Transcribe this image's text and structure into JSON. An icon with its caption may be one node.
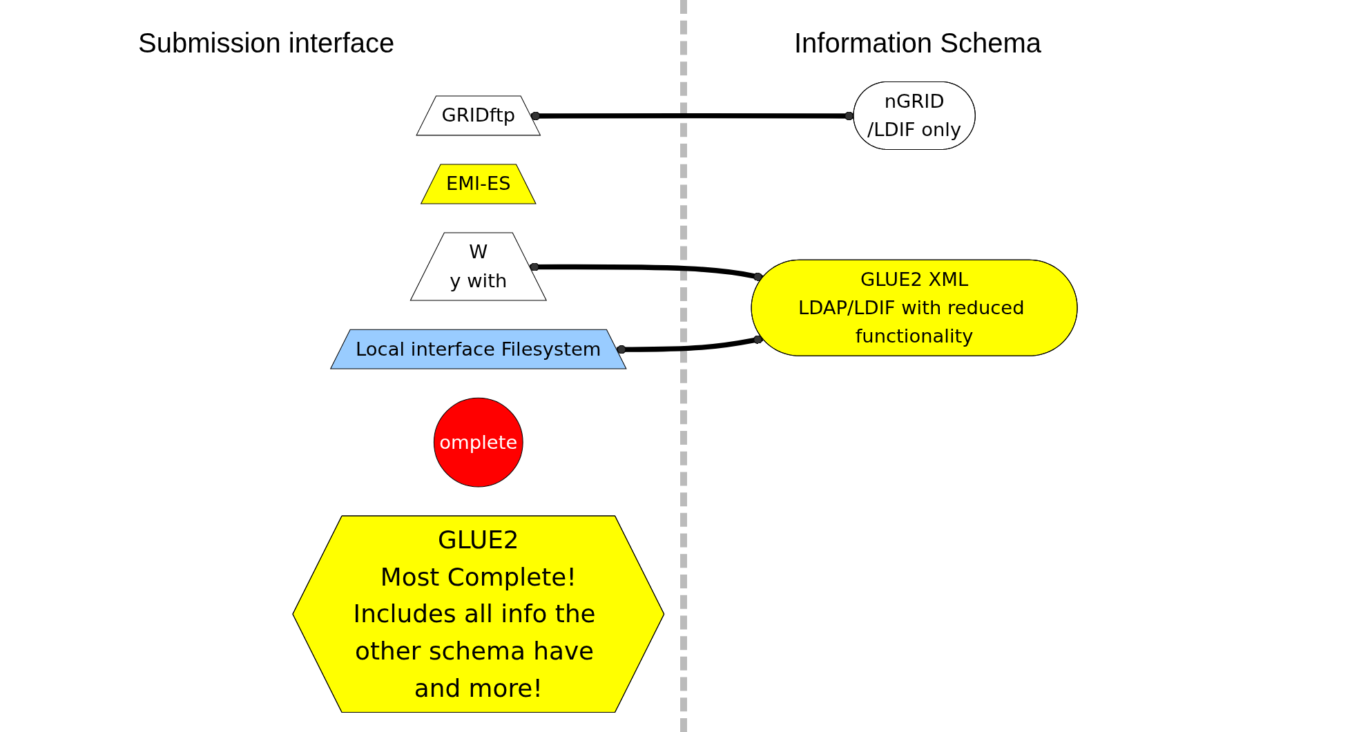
{
  "diagram": {
    "nodes": [
      {
        "text": [
          "GRIDftp"
        ]
      },
      {
        "text": [
          "EMI-ES"
        ]
      },
      {
        "text": [
          "W",
          "y with"
        ]
      },
      {
        "text": [
          "Local interface Filesystem"
        ]
      },
      {
        "text": [
          "nGRID",
          "/LDIF only"
        ]
      },
      {
        "text": [
          "omplete"
        ]
      },
      {
        "text": [
          "GLUE2 XML",
          "LDAP/LDIF with reduced functionality"
        ]
      },
      {
        "text": [
          "GLUE2",
          "Most Complete!",
          "Includes all info the other schema have and more!"
        ]
      }
    ],
    "edges": [
      {
        "from": 0,
        "to": 4,
        "arrow": "other"
      },
      {
        "from": 2,
        "to": 6,
        "arrow": "other"
      },
      {
        "from": 3,
        "to": 6,
        "arrow": "other"
      }
    ],
    "labels": [
      "Submission interface",
      "Information Schema"
    ]
  }
}
